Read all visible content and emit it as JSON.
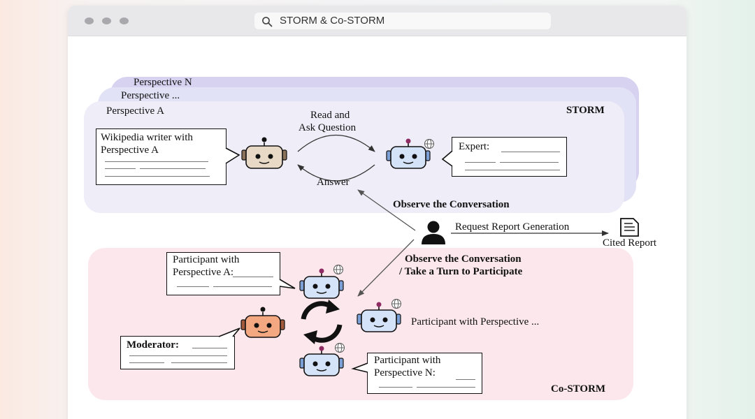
{
  "window": {
    "address": "STORM & Co-STORM"
  },
  "storm": {
    "label": "STORM",
    "layers": [
      "Perspective N",
      "Perspective ...",
      "Perspective A"
    ],
    "writer_bubble": [
      "Wikipedia writer with",
      "Perspective A"
    ],
    "expert_bubble": "Expert:",
    "read_ask": [
      "Read and",
      "Ask Question"
    ],
    "answer": "Answer"
  },
  "user": {
    "observe_storm": "Observe the Conversation",
    "request": "Request Report Generation",
    "cited_report": "Cited Report",
    "observe_costorm": [
      "Observe the Conversation",
      "/ Take a Turn to Participate"
    ]
  },
  "costorm": {
    "label": "Co-STORM",
    "participant_a": [
      "Participant with",
      "Perspective A:"
    ],
    "participant_mid": "Participant with Perspective ...",
    "participant_n": [
      "Participant with",
      "Perspective N:"
    ],
    "moderator": "Moderator:"
  },
  "colors": {
    "storm_bg": "#efedf8",
    "storm_layer2": "#e1e2f5",
    "storm_layer3": "#d8d2f1",
    "costorm_bg": "#fce8ec",
    "robot_beige": "#e8d9c7",
    "robot_blue": "#d5e3f8",
    "robot_orange": "#f3a882"
  }
}
